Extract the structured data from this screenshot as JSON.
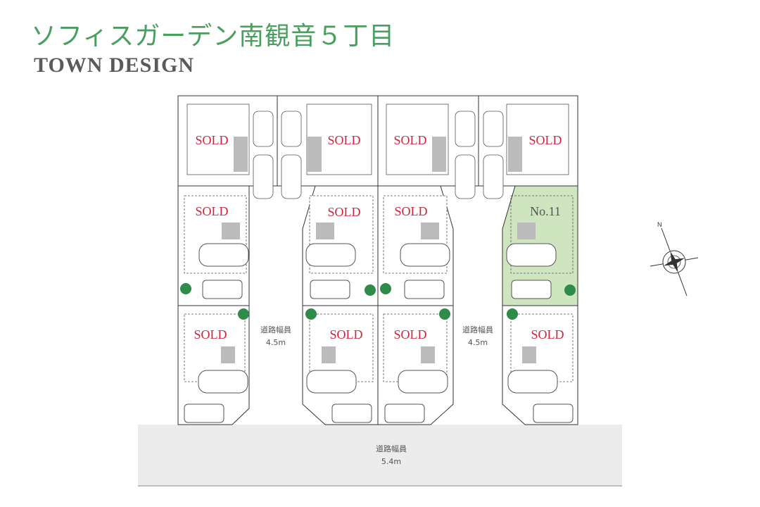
{
  "title": "ソフィスガーデン南観音５丁目",
  "subtitle": "TOWN DESIGN",
  "colors": {
    "title_green": "#4a9f5f",
    "sold_red": "#d0243a",
    "available_fill": "#cfe5c0",
    "tree_green": "#2e8b4a",
    "road_gray": "#ececec"
  },
  "lots": [
    {
      "label": "SOLD",
      "status": "sold"
    },
    {
      "label": "SOLD",
      "status": "sold"
    },
    {
      "label": "SOLD",
      "status": "sold"
    },
    {
      "label": "SOLD",
      "status": "sold"
    },
    {
      "label": "SOLD",
      "status": "sold"
    },
    {
      "label": "SOLD",
      "status": "sold"
    },
    {
      "label": "SOLD",
      "status": "sold"
    },
    {
      "label": "No.11",
      "status": "available"
    },
    {
      "label": "SOLD",
      "status": "sold"
    },
    {
      "label": "SOLD",
      "status": "sold"
    },
    {
      "label": "SOLD",
      "status": "sold"
    },
    {
      "label": "SOLD",
      "status": "sold"
    }
  ],
  "roads": {
    "left": {
      "name": "道路幅員",
      "width": "4.5m"
    },
    "right": {
      "name": "道路幅員",
      "width": "4.5m"
    },
    "main": {
      "name": "道路幅員",
      "width": "5.4m"
    }
  },
  "compass": {
    "north_label": "N",
    "icon": "compass-rose-icon"
  }
}
